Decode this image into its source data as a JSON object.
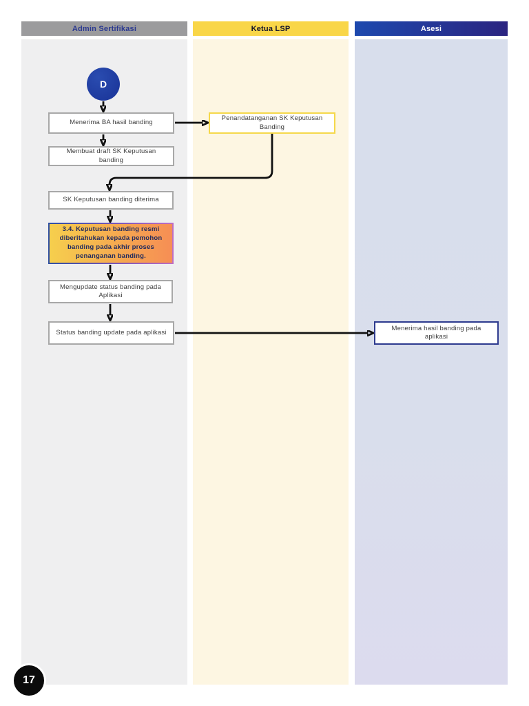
{
  "page": {
    "number": "17"
  },
  "lanes": [
    {
      "id": "admin-sertifikasi",
      "title": "Admin Sertifikasi"
    },
    {
      "id": "ketua-lsp",
      "title": "Ketua LSP"
    },
    {
      "id": "asesi",
      "title": "Asesi"
    }
  ],
  "nodes": {
    "start": {
      "label": "D"
    },
    "menerima_ba": {
      "label": "Menerima BA hasil banding"
    },
    "penandatanganan": {
      "label": "Penandatanganan SK Keputusan Banding"
    },
    "membuat_draft": {
      "label": "Membuat draft SK Keputusan banding"
    },
    "sk_diterima": {
      "label": "SK Keputusan banding diterima"
    },
    "keputusan_resmi": {
      "label": "3.4. Keputusan banding resmi diberitahukan kepada pemohon banding pada akhir proses penanganan banding."
    },
    "mengupdate_status": {
      "label": "Mengupdate status banding pada Aplikasi"
    },
    "status_update": {
      "label": "Status banding update pada aplikasi"
    },
    "menerima_hasil": {
      "label": "Menerima hasil banding pada aplikasi"
    }
  },
  "colors": {
    "admin_header_bg": "#9b9b9d",
    "admin_header_text": "#2b3990",
    "admin_body_bg": "#efeff0",
    "ketua_header_bg": "#f9d648",
    "ketua_body_bg": "#fdf6e2",
    "asesi_header_bg_start": "#1d49ae",
    "asesi_header_bg_end": "#2b2480",
    "asesi_body_bg": "#d9deec",
    "start_node_bg": "#1e3a9e",
    "plain_box_border": "#a8a8a8",
    "ketua_box_border": "#f5d84a",
    "asesi_box_border": "#2d3a8e",
    "highlight_fill_start": "#f6cf4d",
    "highlight_fill_end": "#f68e55",
    "highlight_border_start": "#2e4fa3",
    "highlight_border_end": "#c06ec0",
    "highlight_text": "#202a5e",
    "connector": "#111111",
    "page_badge_bg": "#0b0b0b"
  }
}
